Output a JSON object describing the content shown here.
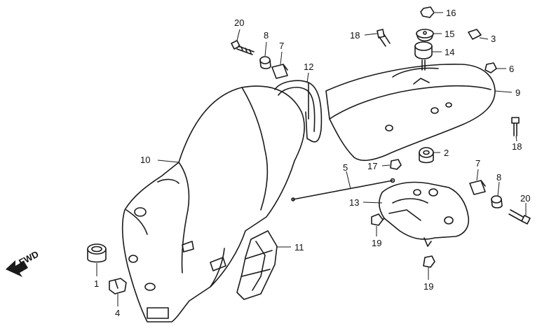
{
  "diagram": {
    "direction_label": "FWD",
    "ink_color": "#1a1a1a",
    "callouts": [
      {
        "id": "c20a",
        "label": "20"
      },
      {
        "id": "c8a",
        "label": "8"
      },
      {
        "id": "c7a",
        "label": "7"
      },
      {
        "id": "c12",
        "label": "12"
      },
      {
        "id": "c16",
        "label": "16"
      },
      {
        "id": "c18a",
        "label": "18"
      },
      {
        "id": "c15",
        "label": "15"
      },
      {
        "id": "c3",
        "label": "3"
      },
      {
        "id": "c14",
        "label": "14"
      },
      {
        "id": "c6",
        "label": "6"
      },
      {
        "id": "c9",
        "label": "9"
      },
      {
        "id": "c18b",
        "label": "18"
      },
      {
        "id": "c10",
        "label": "10"
      },
      {
        "id": "c2",
        "label": "2"
      },
      {
        "id": "c17",
        "label": "17"
      },
      {
        "id": "c5",
        "label": "5"
      },
      {
        "id": "c7b",
        "label": "7"
      },
      {
        "id": "c8b",
        "label": "8"
      },
      {
        "id": "c20b",
        "label": "20"
      },
      {
        "id": "c13",
        "label": "13"
      },
      {
        "id": "c19a",
        "label": "19"
      },
      {
        "id": "c11",
        "label": "11"
      },
      {
        "id": "c1",
        "label": "1"
      },
      {
        "id": "c4",
        "label": "4"
      },
      {
        "id": "c19b",
        "label": "19"
      }
    ]
  }
}
